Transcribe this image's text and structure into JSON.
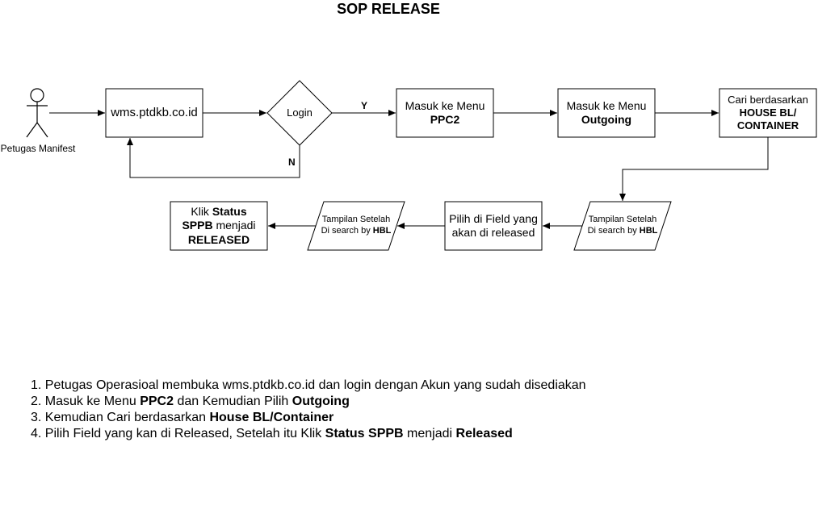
{
  "title": "SOP RELEASE",
  "actor": {
    "label": "Petugas Manifest"
  },
  "nodes": {
    "website": {
      "text": "wms.ptdkb.co.id"
    },
    "login": {
      "text": "Login"
    },
    "ppc2": {
      "line1": "Masuk ke Menu",
      "bold": "PPC2"
    },
    "outgoing": {
      "line1": "Masuk ke Menu",
      "bold": "Outgoing"
    },
    "search": {
      "line1": "Cari berdasarkan",
      "bold1": "HOUSE BL/",
      "bold2": "CONTAINER"
    },
    "display1": {
      "line1": "Tampilan Setelah",
      "line2": "Di search by",
      "bold": "HBL"
    },
    "pick": {
      "line1": "Pilih di Field yang",
      "line2": "akan di released"
    },
    "display2": {
      "line1": "Tampilan Setelah",
      "line2": "Di search by",
      "bold": "HBL"
    },
    "click": {
      "pre": "Klik",
      "bold1": "Status",
      "bold2": "SPPB",
      "post": "menjadi",
      "bold3": "RELEASED"
    }
  },
  "edges": {
    "yes": "Y",
    "no": "N"
  },
  "steps": [
    {
      "num": "1.",
      "text": "Petugas Operasioal membuka wms.ptdkb.co.id dan login dengan Akun yang sudah disediakan"
    },
    {
      "num": "2.",
      "a": "Masuk ke Menu",
      "b": "PPC2",
      "c": "dan Kemudian Pilih",
      "d": "Outgoing"
    },
    {
      "num": "3.",
      "a": "Kemudian Cari berdasarkan",
      "b": "House BL/Container"
    },
    {
      "num": "4.",
      "a": "Pilih Field yang kan di Released, Setelah itu Klik",
      "b": "Status SPPB",
      "c": "menjadi",
      "d": "Released"
    }
  ]
}
